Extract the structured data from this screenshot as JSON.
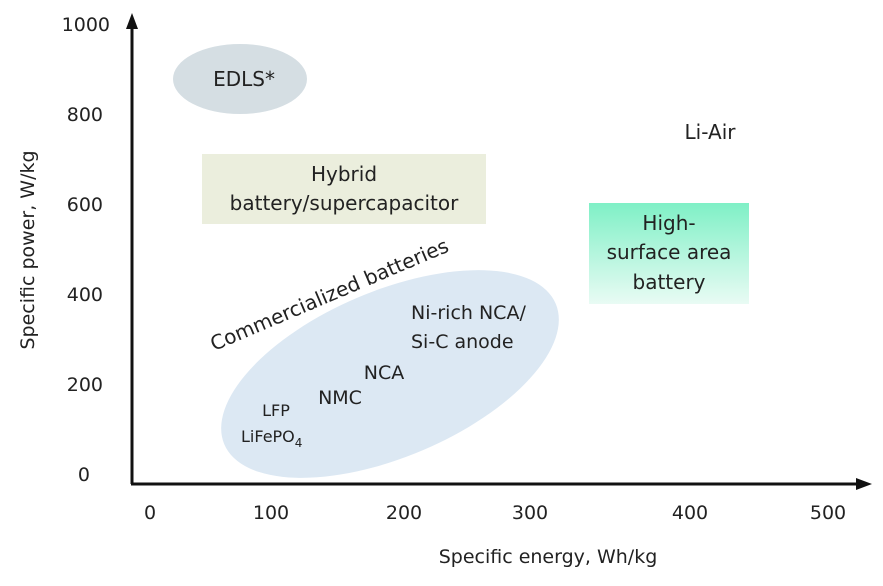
{
  "colors": {
    "axis": "#111111",
    "edls_fill": "#d5dee3",
    "hybrid_fill": "#ebeedd",
    "commercial_fill": "#dce8f3",
    "high_surface_top": "#7ff0c6",
    "high_surface_bottom": "#e9fbf4"
  },
  "axes": {
    "y_title": "Specific power, W/kg",
    "x_title": "Specific energy, Wh/kg",
    "y_ticks": [
      "1000",
      "800",
      "600",
      "400",
      "200",
      "0"
    ],
    "x_ticks": [
      "0",
      "100",
      "200",
      "300",
      "400",
      "500"
    ]
  },
  "regions": {
    "edls": "EDLS*",
    "hybrid_line1": "Hybrid",
    "hybrid_line2": "battery/supercapacitor",
    "li_air": "Li-Air",
    "high_surface_line1": "High-",
    "high_surface_line2": "surface area",
    "high_surface_line3": "battery",
    "commercialized": "Commercialized batteries"
  },
  "chemistries": {
    "ni_rich_line1": "Ni-rich NCA/",
    "ni_rich_line2": "Si-C anode",
    "nca": "NCA",
    "nmc": "NMC",
    "lfp": "LFP",
    "lifepo4_main": "LiFePO",
    "lifepo4_sub": "4"
  }
}
